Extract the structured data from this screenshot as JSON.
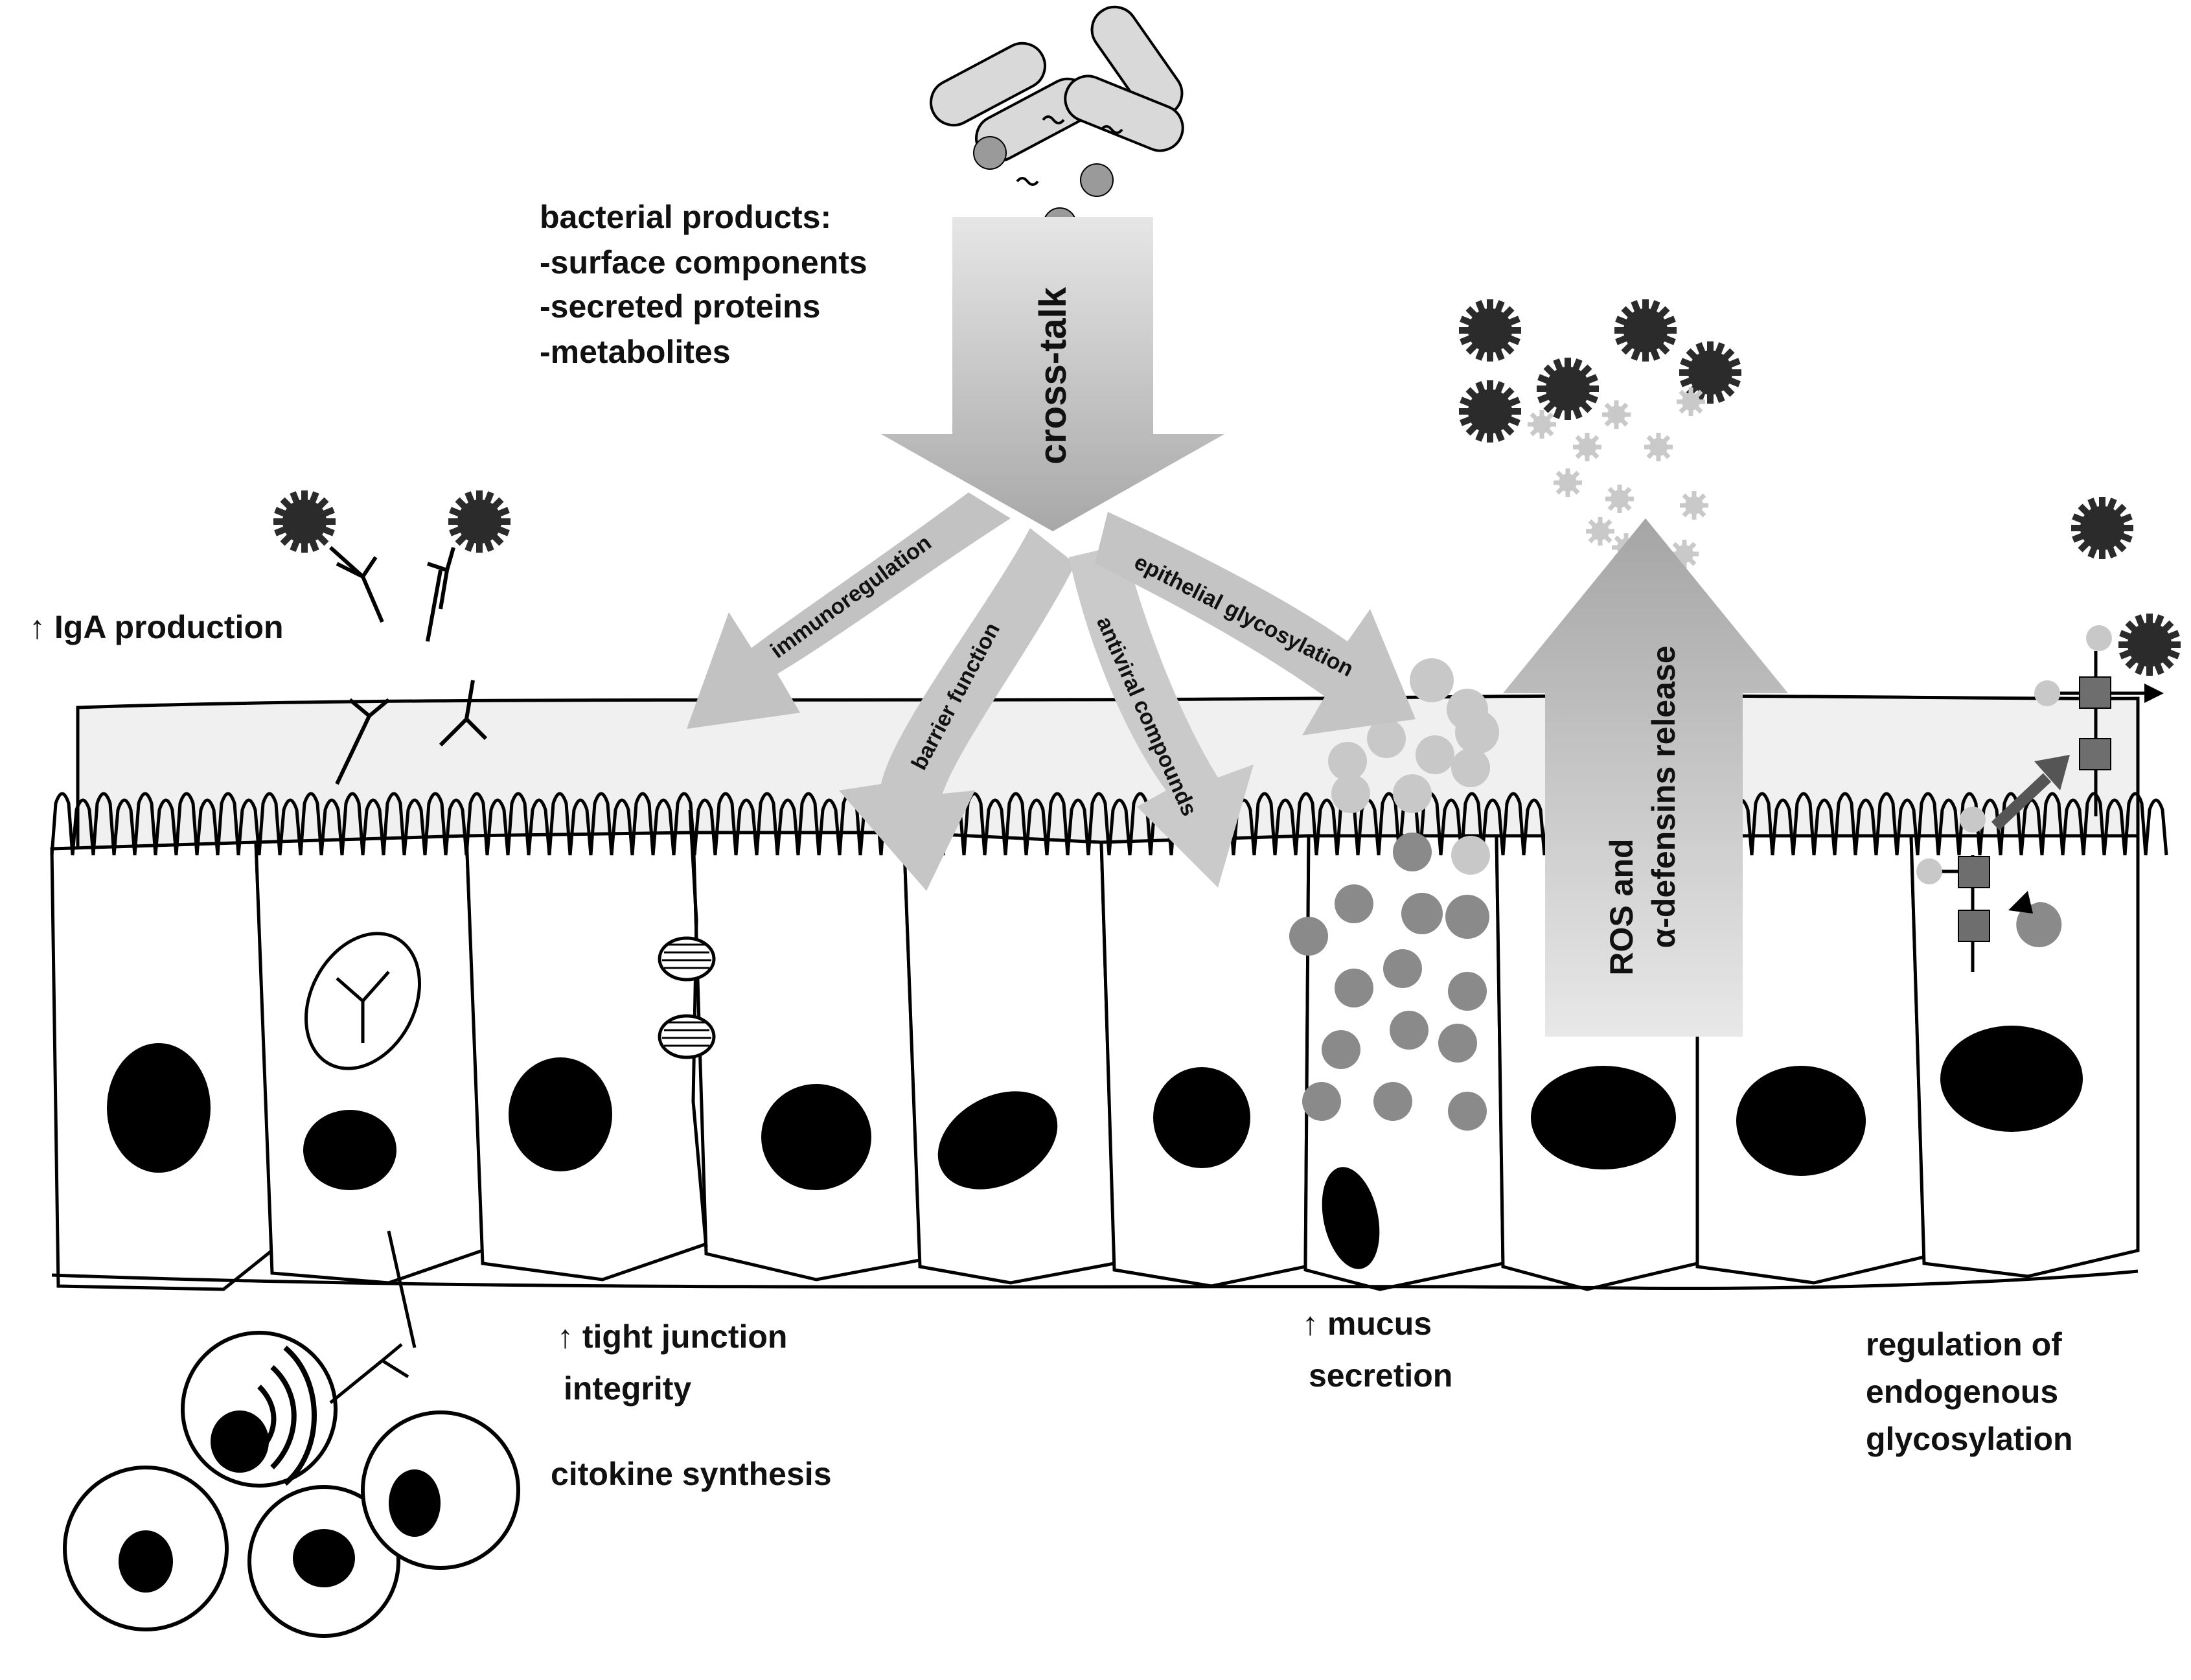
{
  "bacterial_products": {
    "title": "bacterial products:",
    "items": [
      "-surface components",
      "-secreted proteins",
      "-metabolites"
    ]
  },
  "central_arrow": {
    "label": "cross-talk"
  },
  "branch_arrows": {
    "immunoregulation": "immunoregulation",
    "barrier": "barrier function",
    "antiviral": "antiviral compounds",
    "glycosylation": "epithelial glycosylation"
  },
  "up_arrow": {
    "line1": "ROS and",
    "line2": "α-defensins release"
  },
  "effects": {
    "iga": "↑ IgA production",
    "tight_junction_1": "↑ tight junction",
    "tight_junction_2": "integrity",
    "cytokine": "citokine synthesis",
    "mucus_1": "↑ mucus",
    "mucus_2": "secretion",
    "glyco_1": "regulation of",
    "glyco_2": "endogenous",
    "glyco_3": "glycosylation"
  },
  "colors": {
    "arrow_gray": "#b5b5b5",
    "microvilli_zone": "#f0f0f0",
    "pathogen": "#2b2b2b",
    "mucus_light": "#c8c8c8",
    "mucus_dark": "#8a8a8a",
    "outline": "#000000"
  }
}
